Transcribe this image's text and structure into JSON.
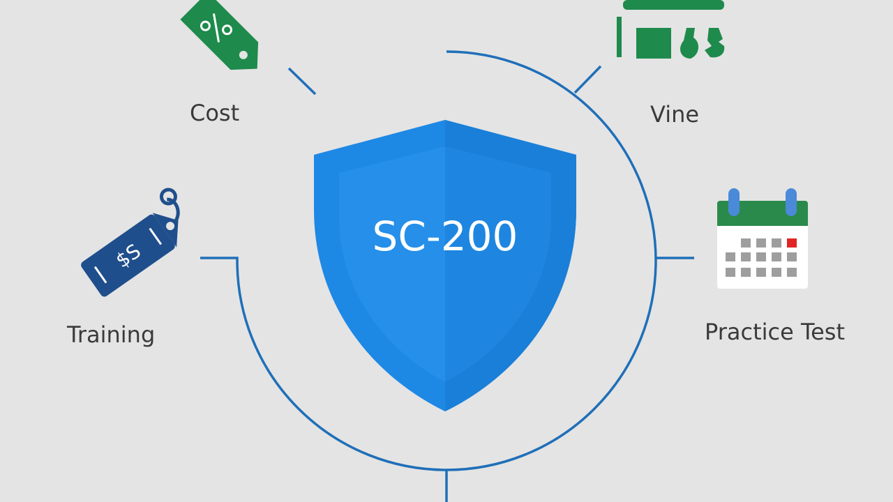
{
  "shield": {
    "text": "SC-200",
    "color_left": "#1e88e5",
    "color_right": "#1a7fd8"
  },
  "nodes": {
    "cost": {
      "label": "Cost",
      "icon": "price-tag-percent-icon",
      "color": "#1e8a4c"
    },
    "vine": {
      "label": "Vine",
      "icon": "tools-blocks-icon",
      "color": "#1e8a4c"
    },
    "training": {
      "label": "Training",
      "icon": "price-tag-dollar-icon",
      "color": "#1f4e8c"
    },
    "practice_test": {
      "label": "Practice Test",
      "icon": "calendar-icon",
      "color": "#2a8a4c"
    }
  },
  "connector_color": "#1f6fb8",
  "background": "#e4e4e4"
}
